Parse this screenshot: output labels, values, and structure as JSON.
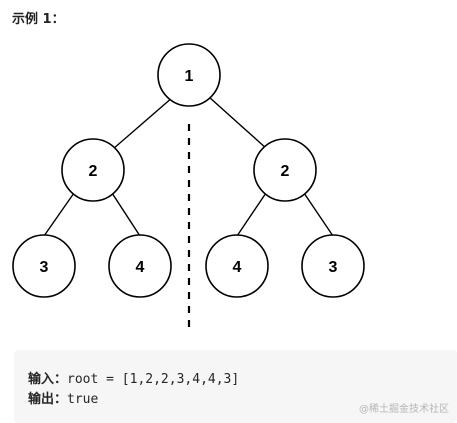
{
  "heading": "示例 1：",
  "tree": {
    "nodes": [
      {
        "id": "root",
        "value": "1"
      },
      {
        "id": "left",
        "value": "2"
      },
      {
        "id": "right",
        "value": "2"
      },
      {
        "id": "left-left",
        "value": "3"
      },
      {
        "id": "left-right",
        "value": "4"
      },
      {
        "id": "right-left",
        "value": "4"
      },
      {
        "id": "right-right",
        "value": "3"
      }
    ]
  },
  "example": {
    "input_label": "输入：",
    "input_value": "root = [1,2,2,3,4,4,3]",
    "output_label": "输出：",
    "output_value": "true"
  },
  "watermark": "@稀土掘金技术社区"
}
